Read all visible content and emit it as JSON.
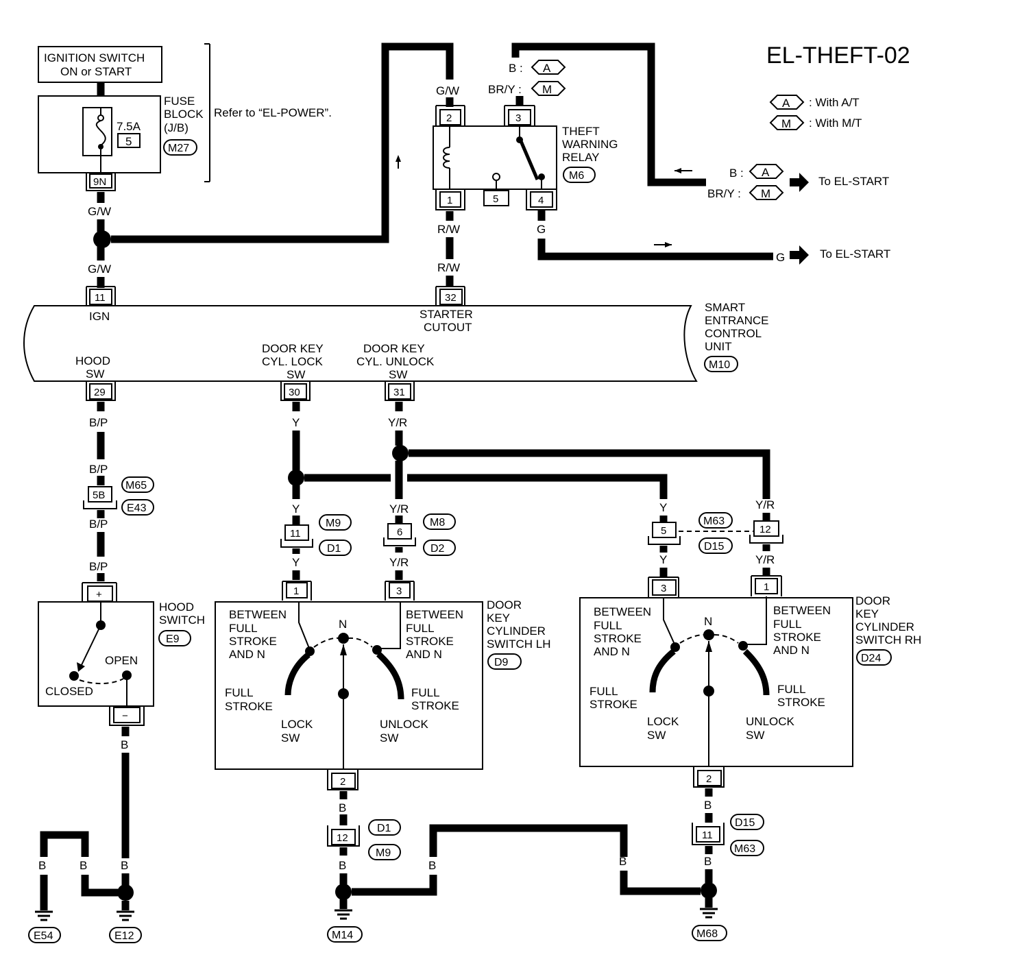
{
  "title": "EL-THEFT-02",
  "legend": {
    "a_code": "A",
    "a_text": ": With A/T",
    "m_code": "M",
    "m_text": ": With M/T"
  },
  "ignition_switch": {
    "line1": "IGNITION SWITCH",
    "line2": "ON or START"
  },
  "fuse_block": {
    "label1": "FUSE",
    "label2": "BLOCK",
    "label3": "(J/B)",
    "connector": "M27",
    "amp": "7.5A",
    "fuse_no": "5",
    "pin": "9N",
    "refer": "Refer to “EL-POWER”."
  },
  "relay": {
    "label1": "THEFT",
    "label2": "WARNING",
    "label3": "RELAY",
    "connector": "M6",
    "pin1": "1",
    "pin2": "2",
    "pin3": "3",
    "pin4": "4",
    "pin5": "5"
  },
  "to_start": {
    "b_prefix": "B :",
    "bry_prefix": "BR/Y :",
    "a": "A",
    "m": "M",
    "text": "To  EL-START",
    "g_prefix": "G",
    "g_text": "To EL-START"
  },
  "top_legend": {
    "b": "B :",
    "bry": "BR/Y :",
    "a": "A",
    "m": "M"
  },
  "control_unit": {
    "label1": "SMART",
    "label2": "ENTRANCE",
    "label3": "CONTROL",
    "label4": "UNIT",
    "connector": "M10",
    "ign_pin": "11",
    "ign_label": "IGN",
    "starter_pin": "32",
    "starter_l1": "STARTER",
    "starter_l2": "CUTOUT",
    "hood_pin": "29",
    "hood_l1": "HOOD",
    "hood_l2": "SW",
    "lock_pin": "30",
    "lock_l1": "DOOR KEY",
    "lock_l2": "CYL. LOCK",
    "lock_l3": "SW",
    "unlock_pin": "31",
    "unlock_l1": "DOOR KEY",
    "unlock_l2": "CYL. UNLOCK",
    "unlock_l3": "SW"
  },
  "wires": {
    "gw": "G/W",
    "rw": "R/W",
    "g": "G",
    "bp": "B/P",
    "y": "Y",
    "yr": "Y/R",
    "b": "B"
  },
  "connectors": {
    "c5b": "5B",
    "m65": "M65",
    "e43": "E43",
    "c11": "11",
    "m9": "M9",
    "d1": "D1",
    "c6": "6",
    "m8": "M8",
    "d2": "D2",
    "c5": "5",
    "m63": "M63",
    "d15": "D15",
    "c12": "12",
    "c12b": "12",
    "d1b": "D1",
    "m9b": "M9",
    "c11b": "11",
    "d15b": "D15",
    "m63b": "M63",
    "c2a": "2",
    "c2b": "2"
  },
  "hood_switch": {
    "label1": "HOOD",
    "label2": "SWITCH",
    "connector": "E9",
    "plus": "+",
    "minus": "−",
    "open": "OPEN",
    "closed": "CLOSED"
  },
  "switch_lh": {
    "label1": "DOOR",
    "label2": "KEY",
    "label3": "CYLINDER",
    "label4": "SWITCH LH",
    "connector": "D9",
    "pin1": "1",
    "pin3": "3",
    "between_l1": "BETWEEN",
    "between_l2": "FULL",
    "between_l3": "STROKE",
    "between_l4": "AND N",
    "n": "N",
    "full": "FULL",
    "stroke": "STROKE",
    "lock1": "LOCK",
    "lock2": "SW",
    "unlock1": "UNLOCK",
    "unlock2": "SW"
  },
  "switch_rh": {
    "label1": "DOOR",
    "label2": "KEY",
    "label3": "CYLINDER",
    "label4": "SWITCH RH",
    "connector": "D24",
    "pin3": "3",
    "pin1": "1"
  },
  "grounds": {
    "e54": "E54",
    "e12": "E12",
    "m14": "M14",
    "m68": "M68"
  }
}
